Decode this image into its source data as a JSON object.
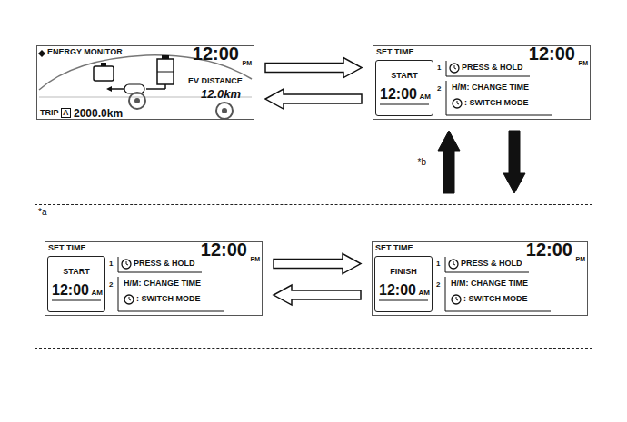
{
  "diagram": {
    "nodes": [
      {
        "text": [
          "ENERGY MONITOR",
          "12:00",
          "PM",
          "EV DISTANCE",
          "12.0km",
          "TRIP",
          "A",
          "2000.0km"
        ]
      },
      {
        "text": [
          "SET TIME",
          "12:00",
          "PM",
          "1",
          "PRESS & HOLD",
          "2",
          "H/M: CHANGE TIME",
          ": SWITCH MODE"
        ]
      },
      {
        "text": [
          "START",
          "12:00",
          "AM"
        ],
        "in": 1
      },
      {
        "text": [
          "*a"
        ]
      },
      {
        "text": [
          "SET TIME",
          "12:00",
          "PM",
          "1",
          "PRESS & HOLD",
          "2",
          "H/M: CHANGE TIME",
          ": SWITCH MODE"
        ],
        "in": 3
      },
      {
        "text": [
          "START",
          "12:00",
          "AM"
        ],
        "in": 4
      },
      {
        "text": [
          "SET TIME",
          "12:00",
          "PM",
          "1",
          "PRESS & HOLD",
          "2",
          "H/M: CHANGE TIME",
          ": SWITCH MODE"
        ],
        "in": 3
      },
      {
        "text": [
          "FINISH",
          "12:00",
          "AM"
        ],
        "in": 6
      }
    ],
    "edges": [
      {
        "from": 0,
        "to": 1,
        "arrow": "to"
      },
      {
        "from": 1,
        "to": 0,
        "arrow": "to"
      },
      {
        "from": 1,
        "to": 3,
        "arrow": "to"
      },
      {
        "from": 3,
        "to": 1,
        "label": "*b",
        "arrow": "to"
      },
      {
        "from": 4,
        "to": 6,
        "arrow": "to"
      },
      {
        "from": 6,
        "to": 4,
        "arrow": "to"
      }
    ]
  }
}
